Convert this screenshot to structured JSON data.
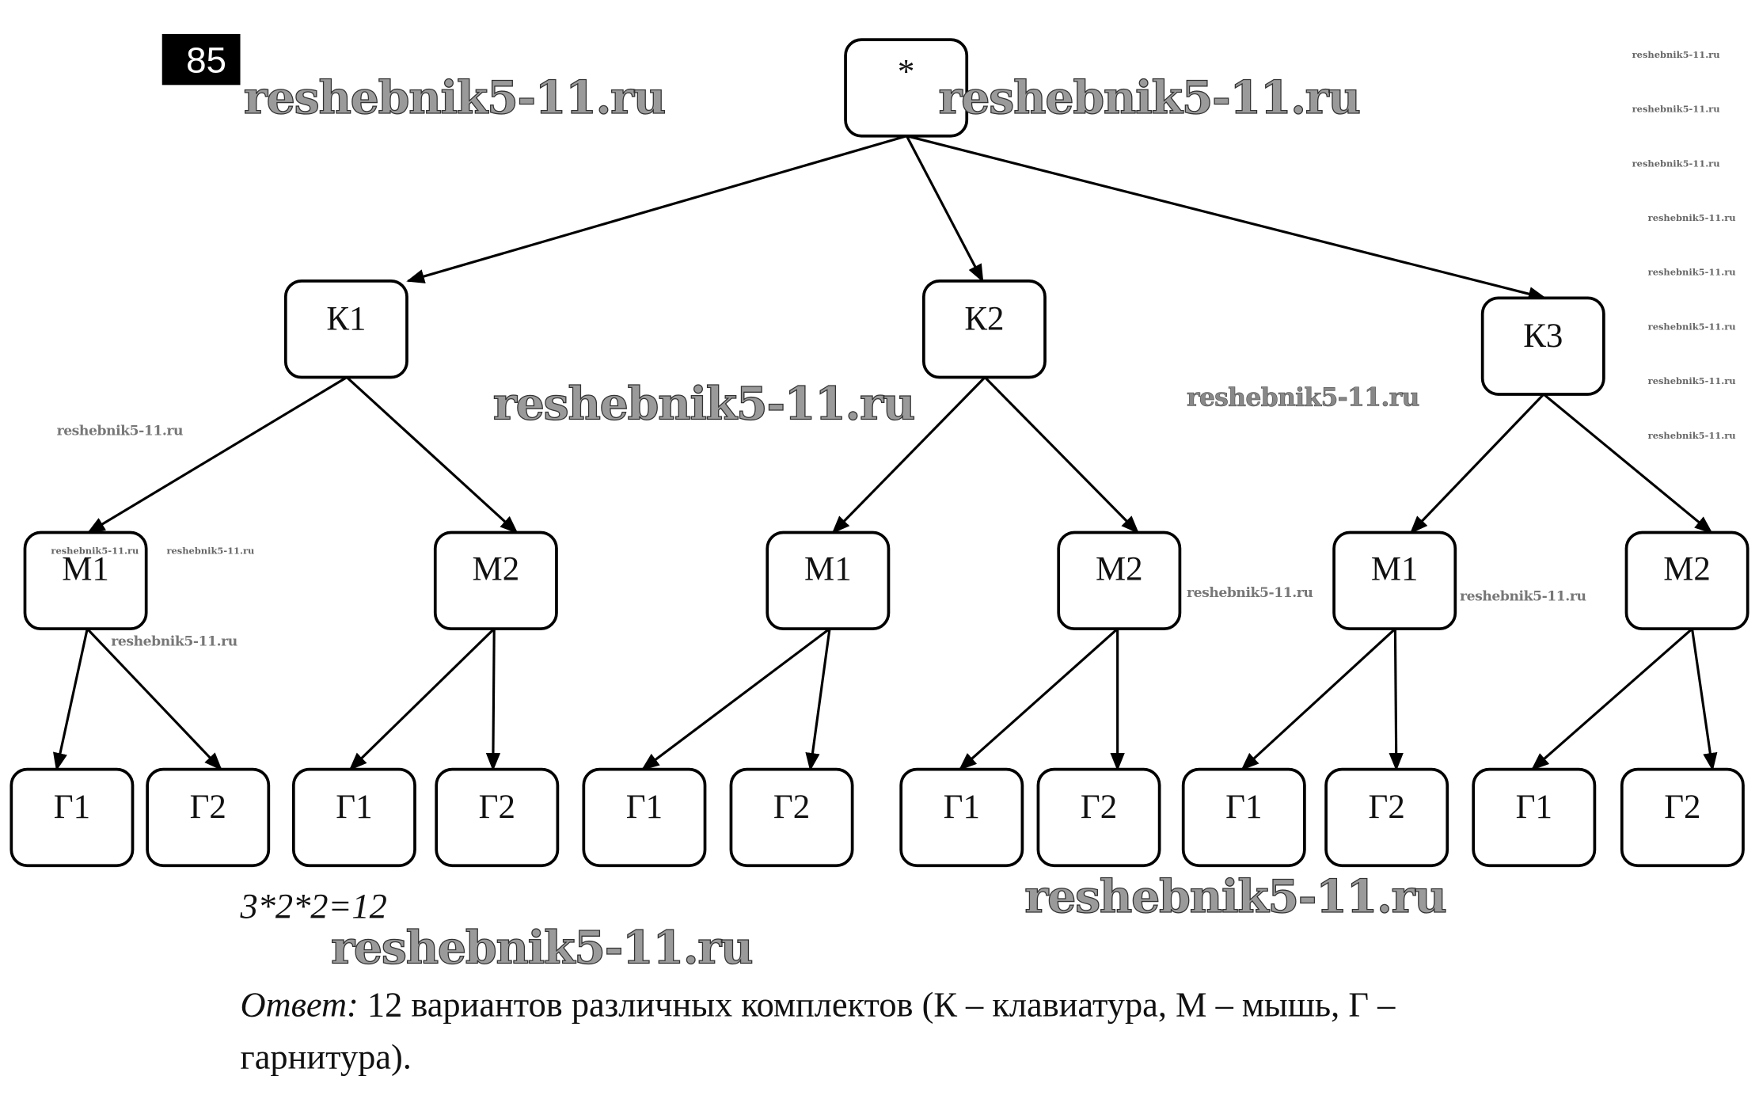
{
  "problem_number": "85",
  "watermark": "reshebnik5-11.ru",
  "tree": {
    "root": "*",
    "level1": [
      "К1",
      "К2",
      "К3"
    ],
    "level2": [
      "М1",
      "М2",
      "М1",
      "М2",
      "М1",
      "М2"
    ],
    "level3": [
      "Г1",
      "Г2",
      "Г1",
      "Г2",
      "Г1",
      "Г2",
      "Г1",
      "Г2",
      "Г1",
      "Г2",
      "Г1",
      "Г2"
    ]
  },
  "formula": "3*2*2=12",
  "answer": {
    "label": "Ответ:",
    "line1": " 12 вариантов различных комплектов (К – клавиатура, М – мышь, Г –",
    "line2": "гарнитура)."
  }
}
